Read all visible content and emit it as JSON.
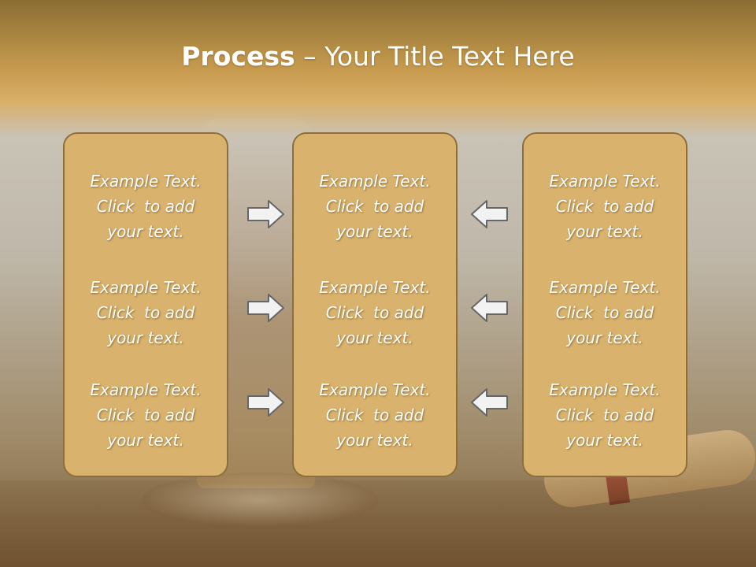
{
  "title": {
    "bold": "Process",
    "rest": " – Your Title Text Here"
  },
  "columns": [
    {
      "items": [
        {
          "line1": "Example Text.",
          "line2": "Click  to add",
          "line3": "your text."
        },
        {
          "line1": "Example Text.",
          "line2": "Click  to add",
          "line3": "your text."
        },
        {
          "line1": "Example Text.",
          "line2": "Click  to add",
          "line3": "your text."
        }
      ]
    },
    {
      "items": [
        {
          "line1": "Example Text.",
          "line2": "Click  to add",
          "line3": "your text."
        },
        {
          "line1": "Example Text.",
          "line2": "Click  to add",
          "line3": "your text."
        },
        {
          "line1": "Example Text.",
          "line2": "Click  to add",
          "line3": "your text."
        }
      ]
    },
    {
      "items": [
        {
          "line1": "Example Text.",
          "line2": "Click  to add",
          "line3": "your text."
        },
        {
          "line1": "Example Text.",
          "line2": "Click  to add",
          "line3": "your text."
        },
        {
          "line1": "Example Text.",
          "line2": "Click  to add",
          "line3": "your text."
        }
      ]
    }
  ],
  "arrows": {
    "left_group": "right-arrow-icon",
    "right_group": "left-arrow-icon"
  },
  "colors": {
    "panel_fill": "#d9b36d",
    "panel_border": "#8e6f3c",
    "header": "#c89c4f",
    "arrow_fill": "#f2f2f2",
    "arrow_stroke": "#666666"
  }
}
